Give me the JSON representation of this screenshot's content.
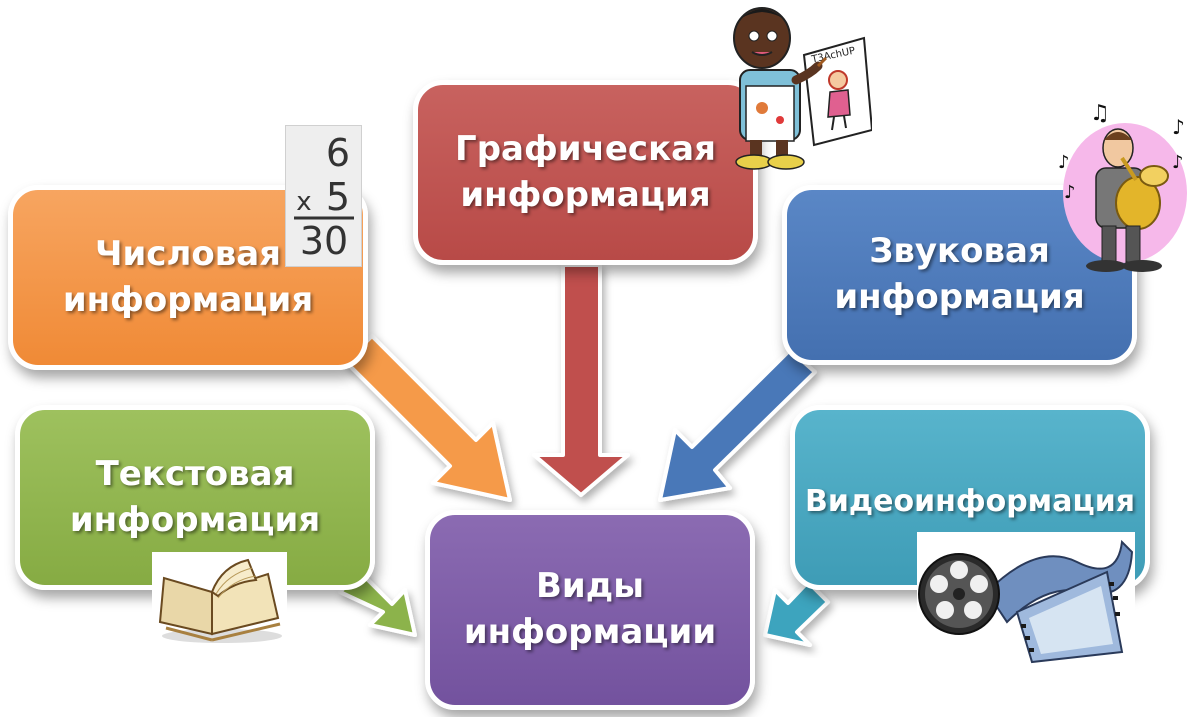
{
  "boxes": {
    "numeric": {
      "line1": "Числовая",
      "line2": "информация",
      "color": "#f08a36"
    },
    "graphic": {
      "line1": "Графическая",
      "line2": "информация",
      "color": "#b84a47"
    },
    "sound": {
      "line1": "Звуковая",
      "line2": "информация",
      "color": "#4470b0"
    },
    "text": {
      "line1": "Текстовая",
      "line2": "информация",
      "color": "#86ab43"
    },
    "video": {
      "line1": "Видеоинформация",
      "color": "#3e9cb6"
    },
    "main": {
      "line1": "Виды",
      "line2": "информации",
      "color": "#73529e"
    }
  },
  "pictures": {
    "calculation": {
      "top": "6",
      "op": "x",
      "mid": "5",
      "result": "30",
      "icon": "multiplication-card-icon"
    },
    "artist": {
      "sign": "T3AchUP",
      "icon": "child-painting-icon"
    },
    "musician": {
      "icon": "tuba-player-icon"
    },
    "book": {
      "icon": "open-book-icon"
    },
    "film": {
      "icon": "film-reel-icon"
    }
  }
}
